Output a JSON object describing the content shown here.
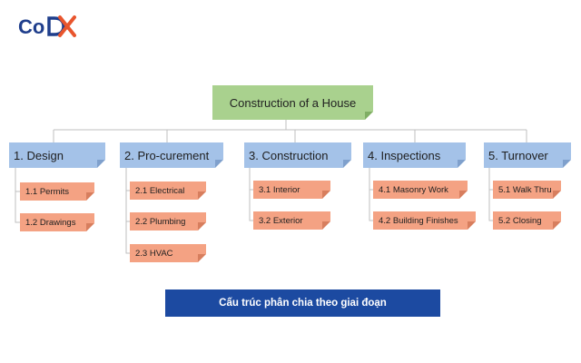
{
  "logo": {
    "text": "CoDX",
    "colors": {
      "dark": "#1f3e8c",
      "accent": "#e8552d"
    }
  },
  "root": {
    "label": "Construction of a House"
  },
  "phases": [
    {
      "label": "1. Design",
      "tasks": [
        "1.1 Permits",
        "1.2 Drawings"
      ]
    },
    {
      "label": "2. Pro-curement",
      "tasks": [
        "2.1 Electrical",
        "2.2 Plumbing",
        "2.3 HVAC"
      ]
    },
    {
      "label": "3. Construction",
      "tasks": [
        "3.1 Interior",
        "3.2 Exterior"
      ]
    },
    {
      "label": "4. Inspections",
      "tasks": [
        "4.1 Masonry Work",
        "4.2 Building Finishes"
      ]
    },
    {
      "label": "5. Turnover",
      "tasks": [
        "5.1 Walk Thru",
        "5.2 Closing"
      ]
    }
  ],
  "caption": "Cấu trúc phân chia theo giai đoạn",
  "colors": {
    "root": "#a9d18e",
    "phase": "#a4c2e8",
    "task": "#f4a283",
    "caption_bg": "#1c4aa1",
    "connector": "#bfbfbf"
  }
}
